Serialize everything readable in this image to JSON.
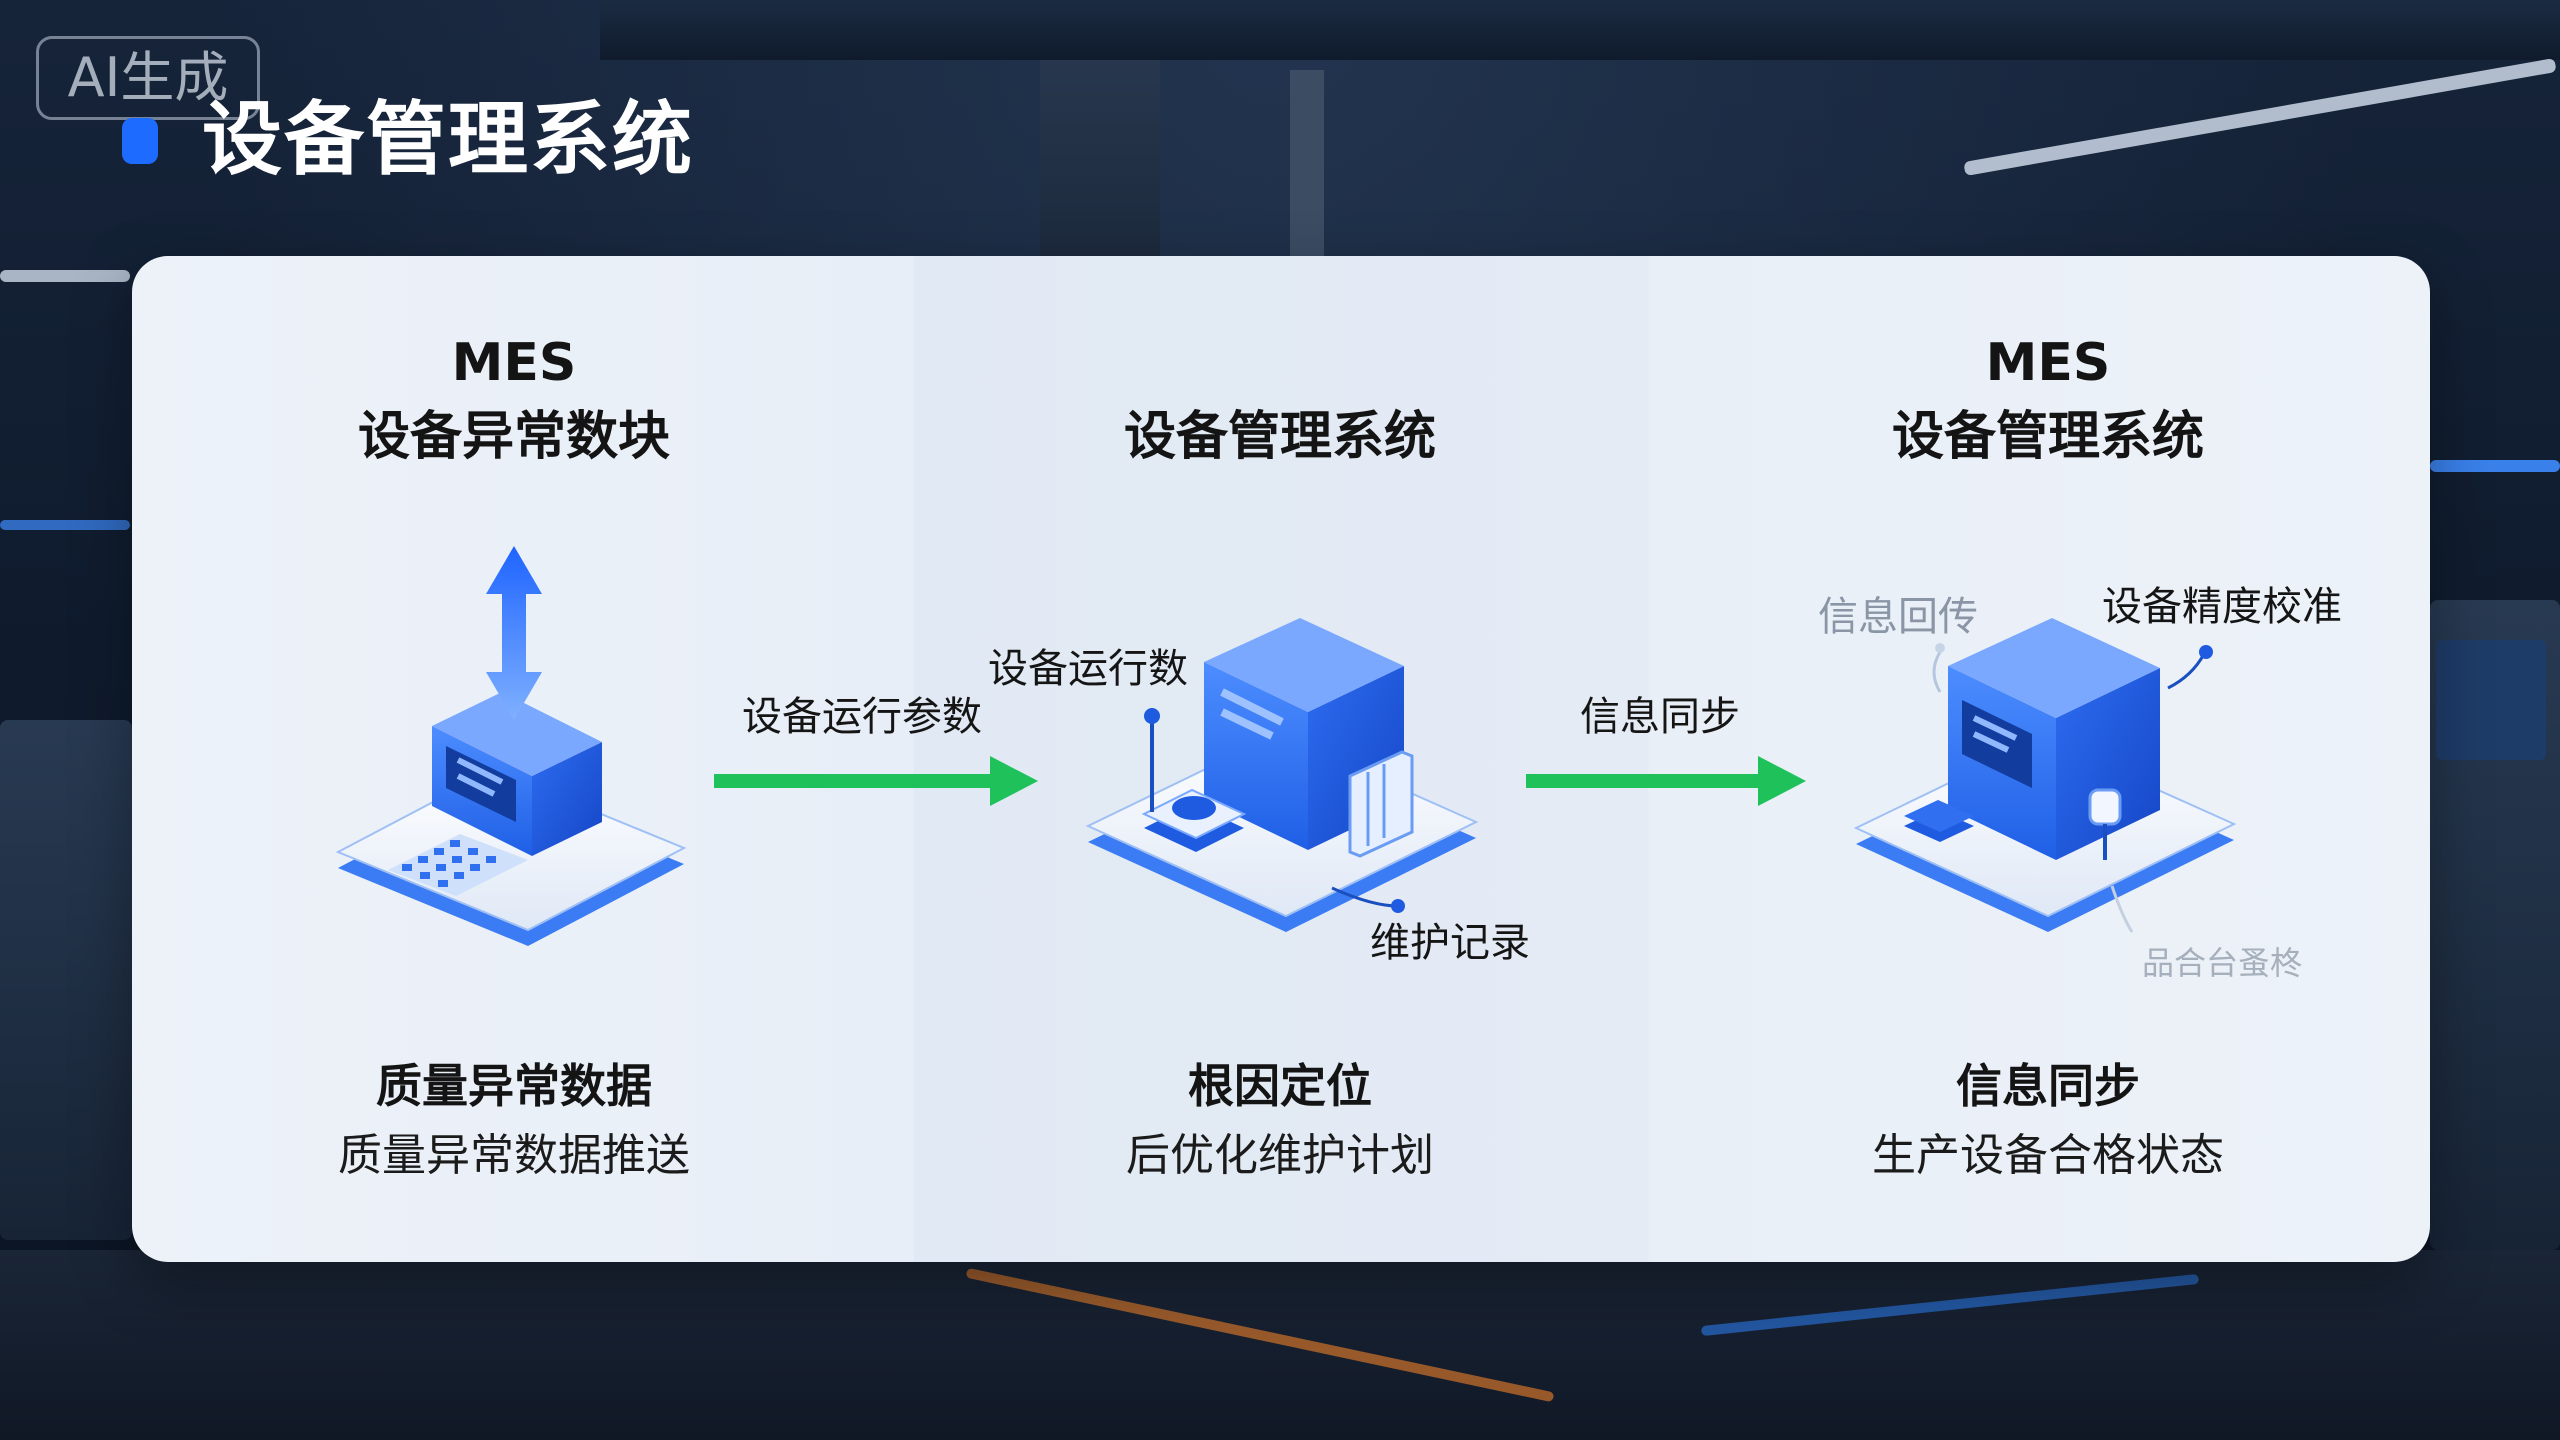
{
  "watermark": "AI生成",
  "page_title": "设备管理系统",
  "sections": [
    {
      "title_line1": "MES",
      "title_line2": "设备异常数块",
      "caption_title": "质量异常数据",
      "caption_sub": "质量异常数据推送"
    },
    {
      "title_line1": "",
      "title_line2": "设备管理系统",
      "caption_title": "根因定位",
      "caption_sub": "后优化维护计划"
    },
    {
      "title_line1": "MES",
      "title_line2": "设备管理系统",
      "caption_title": "信息同步",
      "caption_sub": "生产设备合格状态"
    }
  ],
  "arrows": [
    {
      "label": "设备运行参数"
    },
    {
      "label": "信息同步"
    }
  ],
  "callouts": {
    "device_run_data": "设备运行数",
    "maintenance_record": "维护记录",
    "info_return": "信息回传",
    "precision_calibration": "设备精度校准",
    "bottom_faint": "品合台蚤柊"
  },
  "colors": {
    "accent_blue": "#1e6bff",
    "arrow_green": "#1fc25a",
    "panel_bg": "#edf2f9"
  }
}
